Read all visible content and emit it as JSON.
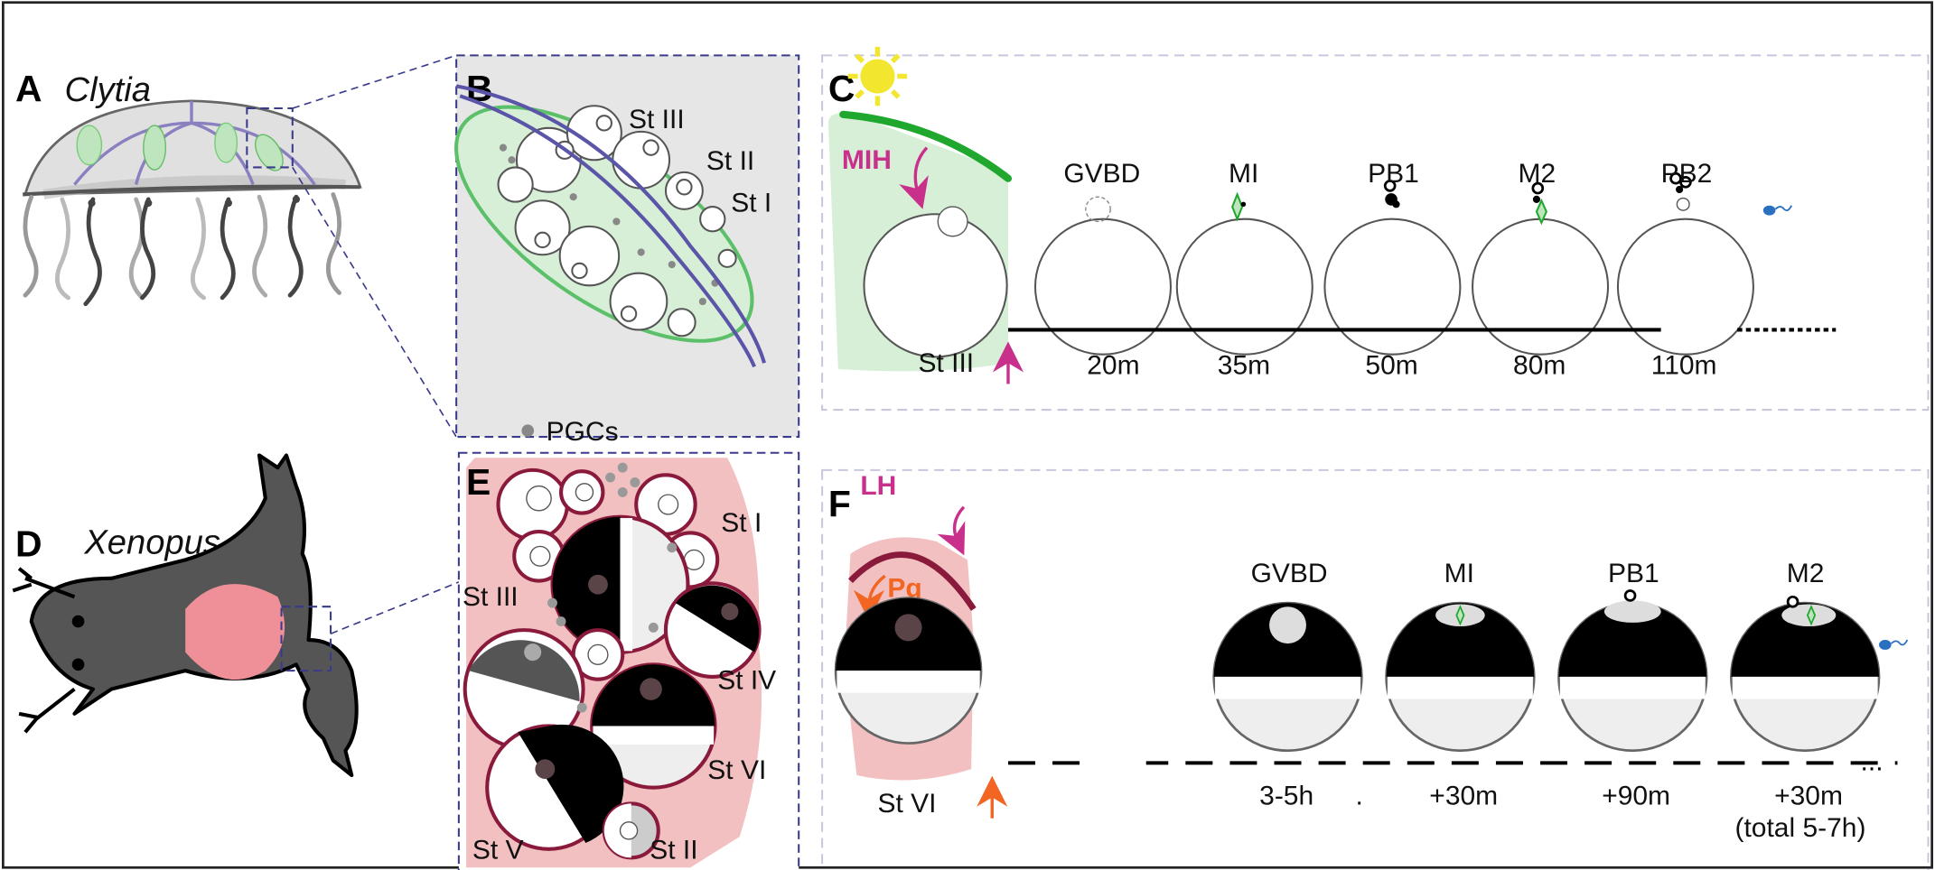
{
  "panels": {
    "a": "A",
    "b": "B",
    "c": "C",
    "d": "D",
    "e": "E",
    "f": "F"
  },
  "species": {
    "clytia": "Clytia",
    "xenopus": "Xenopus"
  },
  "panel_b": {
    "stages": [
      "St III",
      "St II",
      "St I"
    ]
  },
  "panel_c": {
    "hormone": "MIH",
    "start_stage": "St III",
    "stages": [
      "GVBD",
      "MI",
      "PB1",
      "M2",
      "PB2"
    ],
    "times": [
      "20m",
      "35m",
      "50m",
      "80m",
      "110m"
    ]
  },
  "legend": {
    "pgcs": "PGCs"
  },
  "panel_e": {
    "stages": [
      "St I",
      "St III",
      "St IV",
      "St VI",
      "St V",
      "St II"
    ]
  },
  "panel_f": {
    "hormone": "LH",
    "steroid": "Pg",
    "start_stage": "St VI",
    "stages": [
      "GVBD",
      "MI",
      "PB1",
      "M2"
    ],
    "times": [
      "3-5h",
      ".",
      "+30m",
      "+90m",
      "+30m"
    ],
    "total": "(total 5-7h)"
  },
  "colors": {
    "magenta": "#c8308c",
    "orange": "#f26522",
    "green": "#22aa33",
    "navy": "#3a3a8c",
    "pink": "#f2c0c0",
    "maroon": "#8a1a3c"
  }
}
